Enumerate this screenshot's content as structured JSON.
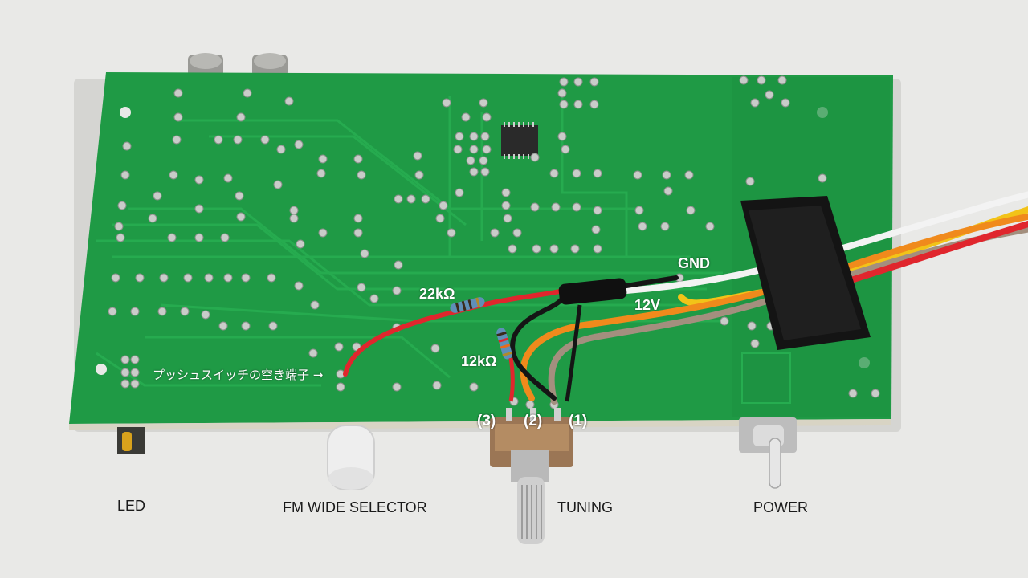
{
  "colors": {
    "background": "#e9e9e7",
    "pcb": "#1f9a45",
    "pcb_trace": "#24a94d",
    "solder": "#c9ccc9",
    "wire_red": "#e0262d",
    "wire_black": "#151515",
    "wire_white": "#f3f3f3",
    "wire_yellow": "#f2c318",
    "wire_orange": "#f08a1c",
    "wire_brown": "#a38f7e",
    "velcro": "#141414"
  },
  "labels": {
    "gnd": "GND",
    "v12": "12V",
    "r22k": "22kΩ",
    "r12k": "12kΩ",
    "push_switch_note": "プッシュスイッチの空き端子 →",
    "pin3": "(3)",
    "pin2": "(2)",
    "pin1": "(1)",
    "led": "LED",
    "fm_wide_selector": "FM WIDE SELECTOR",
    "tuning": "TUNING",
    "power": "POWER"
  }
}
